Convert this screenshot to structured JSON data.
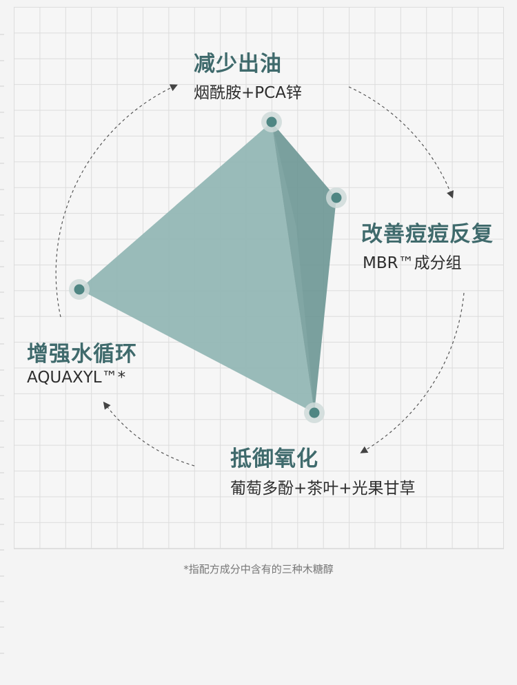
{
  "benefits": [
    {
      "title": "减少出油",
      "ingredients": "烟酰胺+PCA锌"
    },
    {
      "title": "改善痘痘反复",
      "ingredients": "MBR™成分组"
    },
    {
      "title": "抵御氧化",
      "ingredients": "葡萄多酚+茶叶+光果甘草"
    },
    {
      "title": "增强水循环",
      "ingredients": "AQUAXYL™*"
    }
  ],
  "footnote": "*指配方成分中含有的三种木糖醇",
  "colors": {
    "accent": "#3f6a6c",
    "shape_light": "#93b7b5",
    "shape_dark": "#6f9896",
    "node": "#4f8683",
    "grid": "#dcdcdc"
  }
}
